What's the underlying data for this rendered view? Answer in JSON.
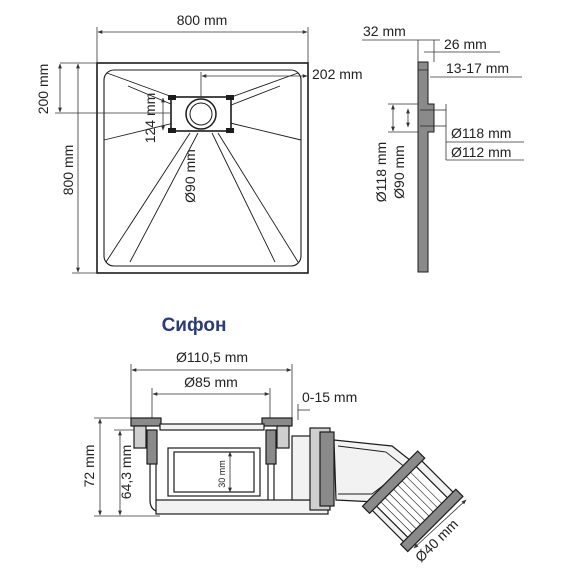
{
  "colors": {
    "ink": "#1c1c1c",
    "dim_line": "#333333",
    "tray_fill": "#ffffff",
    "section_fill": "#8a8a8a",
    "pipe_fill": "#f2f2f2",
    "title": "#2a3b78"
  },
  "tray": {
    "width_label": "800 mm",
    "height_label": "800 mm",
    "drain_offset_label": "200 mm",
    "drain_side_label": "202 mm",
    "grate_label": "124 mm",
    "drain_diameter_label": "Ø90 mm"
  },
  "profile": {
    "label_32": "32 mm",
    "label_26": "26 mm",
    "label_13_17": "13-17 mm",
    "label_118": "Ø118 mm",
    "label_112": "Ø112 mm",
    "label_v118": "Ø118 mm",
    "label_v90": "Ø90 mm"
  },
  "siphon": {
    "title": "Сифон",
    "outer_diameter_label": "Ø110,5 mm",
    "inner_diameter_label": "Ø85 mm",
    "adjust_label": "0-15 mm",
    "height_label": "72 mm",
    "inner_height_label": "64,3 mm",
    "seal_label": "30 mm",
    "outlet_label": "Ø40 mm"
  }
}
